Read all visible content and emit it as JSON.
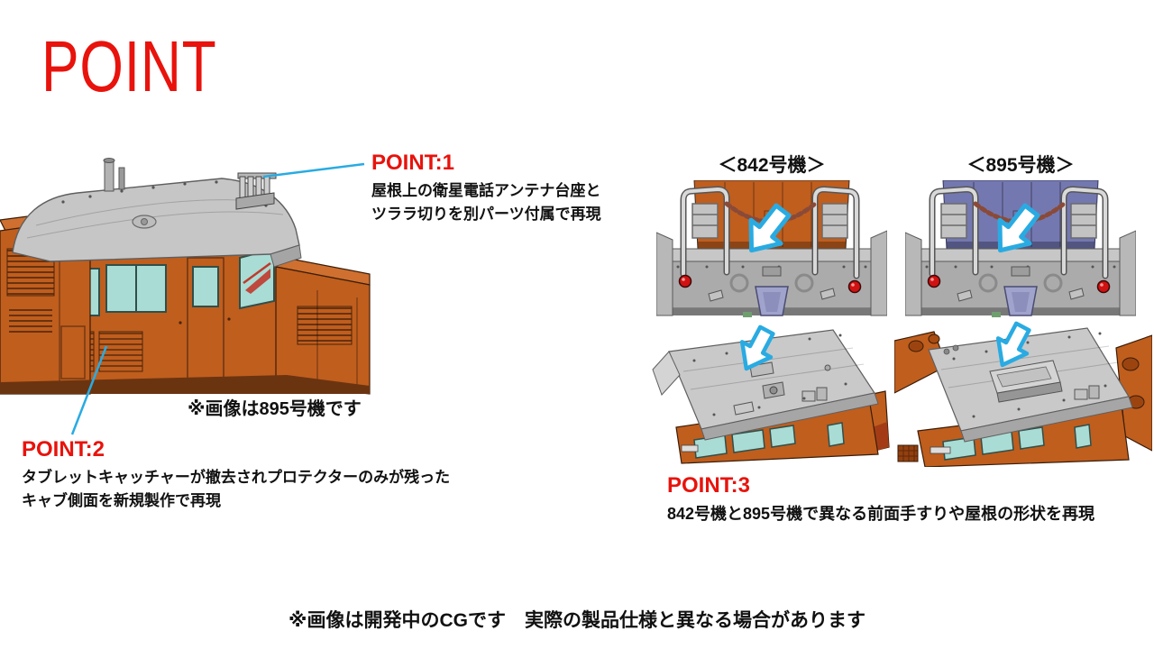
{
  "page": {
    "title": "POINT",
    "footer_note": "※画像は開発中のCGです　実際の製品仕様と異なる場合があります"
  },
  "points": [
    {
      "heading": "POINT:1",
      "lines": [
        "屋根上の衛星電話アンテナ台座と",
        "ツララ切りを別パーツ付属で再現"
      ]
    },
    {
      "heading": "POINT:2",
      "lines": [
        "タブレットキャッチャーが撤去されプロテクターのみが残った",
        "キャブ側面を新規製作で再現"
      ]
    },
    {
      "heading": "POINT:3",
      "lines": [
        "842号機と895号機で異なる前面手すりや屋根の形状を再現"
      ]
    }
  ],
  "main_image": {
    "caption": "※画像は895号機です"
  },
  "variants": [
    {
      "label": "＜842号機＞"
    },
    {
      "label": "＜895号機＞"
    }
  ],
  "colors": {
    "accent_red": "#e8130c",
    "arrow_blue": "#29abe2",
    "body_orange": "#c05e1e",
    "body_orange_light": "#cf7030",
    "body_orange_dark": "#8f4312",
    "roof_gray": "#c6c6c6",
    "roof_gray_dark": "#a5a5a5",
    "window_cyan": "#a9dcd4",
    "hood_purple": "#7478b0",
    "chain_rust": "#8a4a38",
    "marker_red": "#d01212"
  }
}
